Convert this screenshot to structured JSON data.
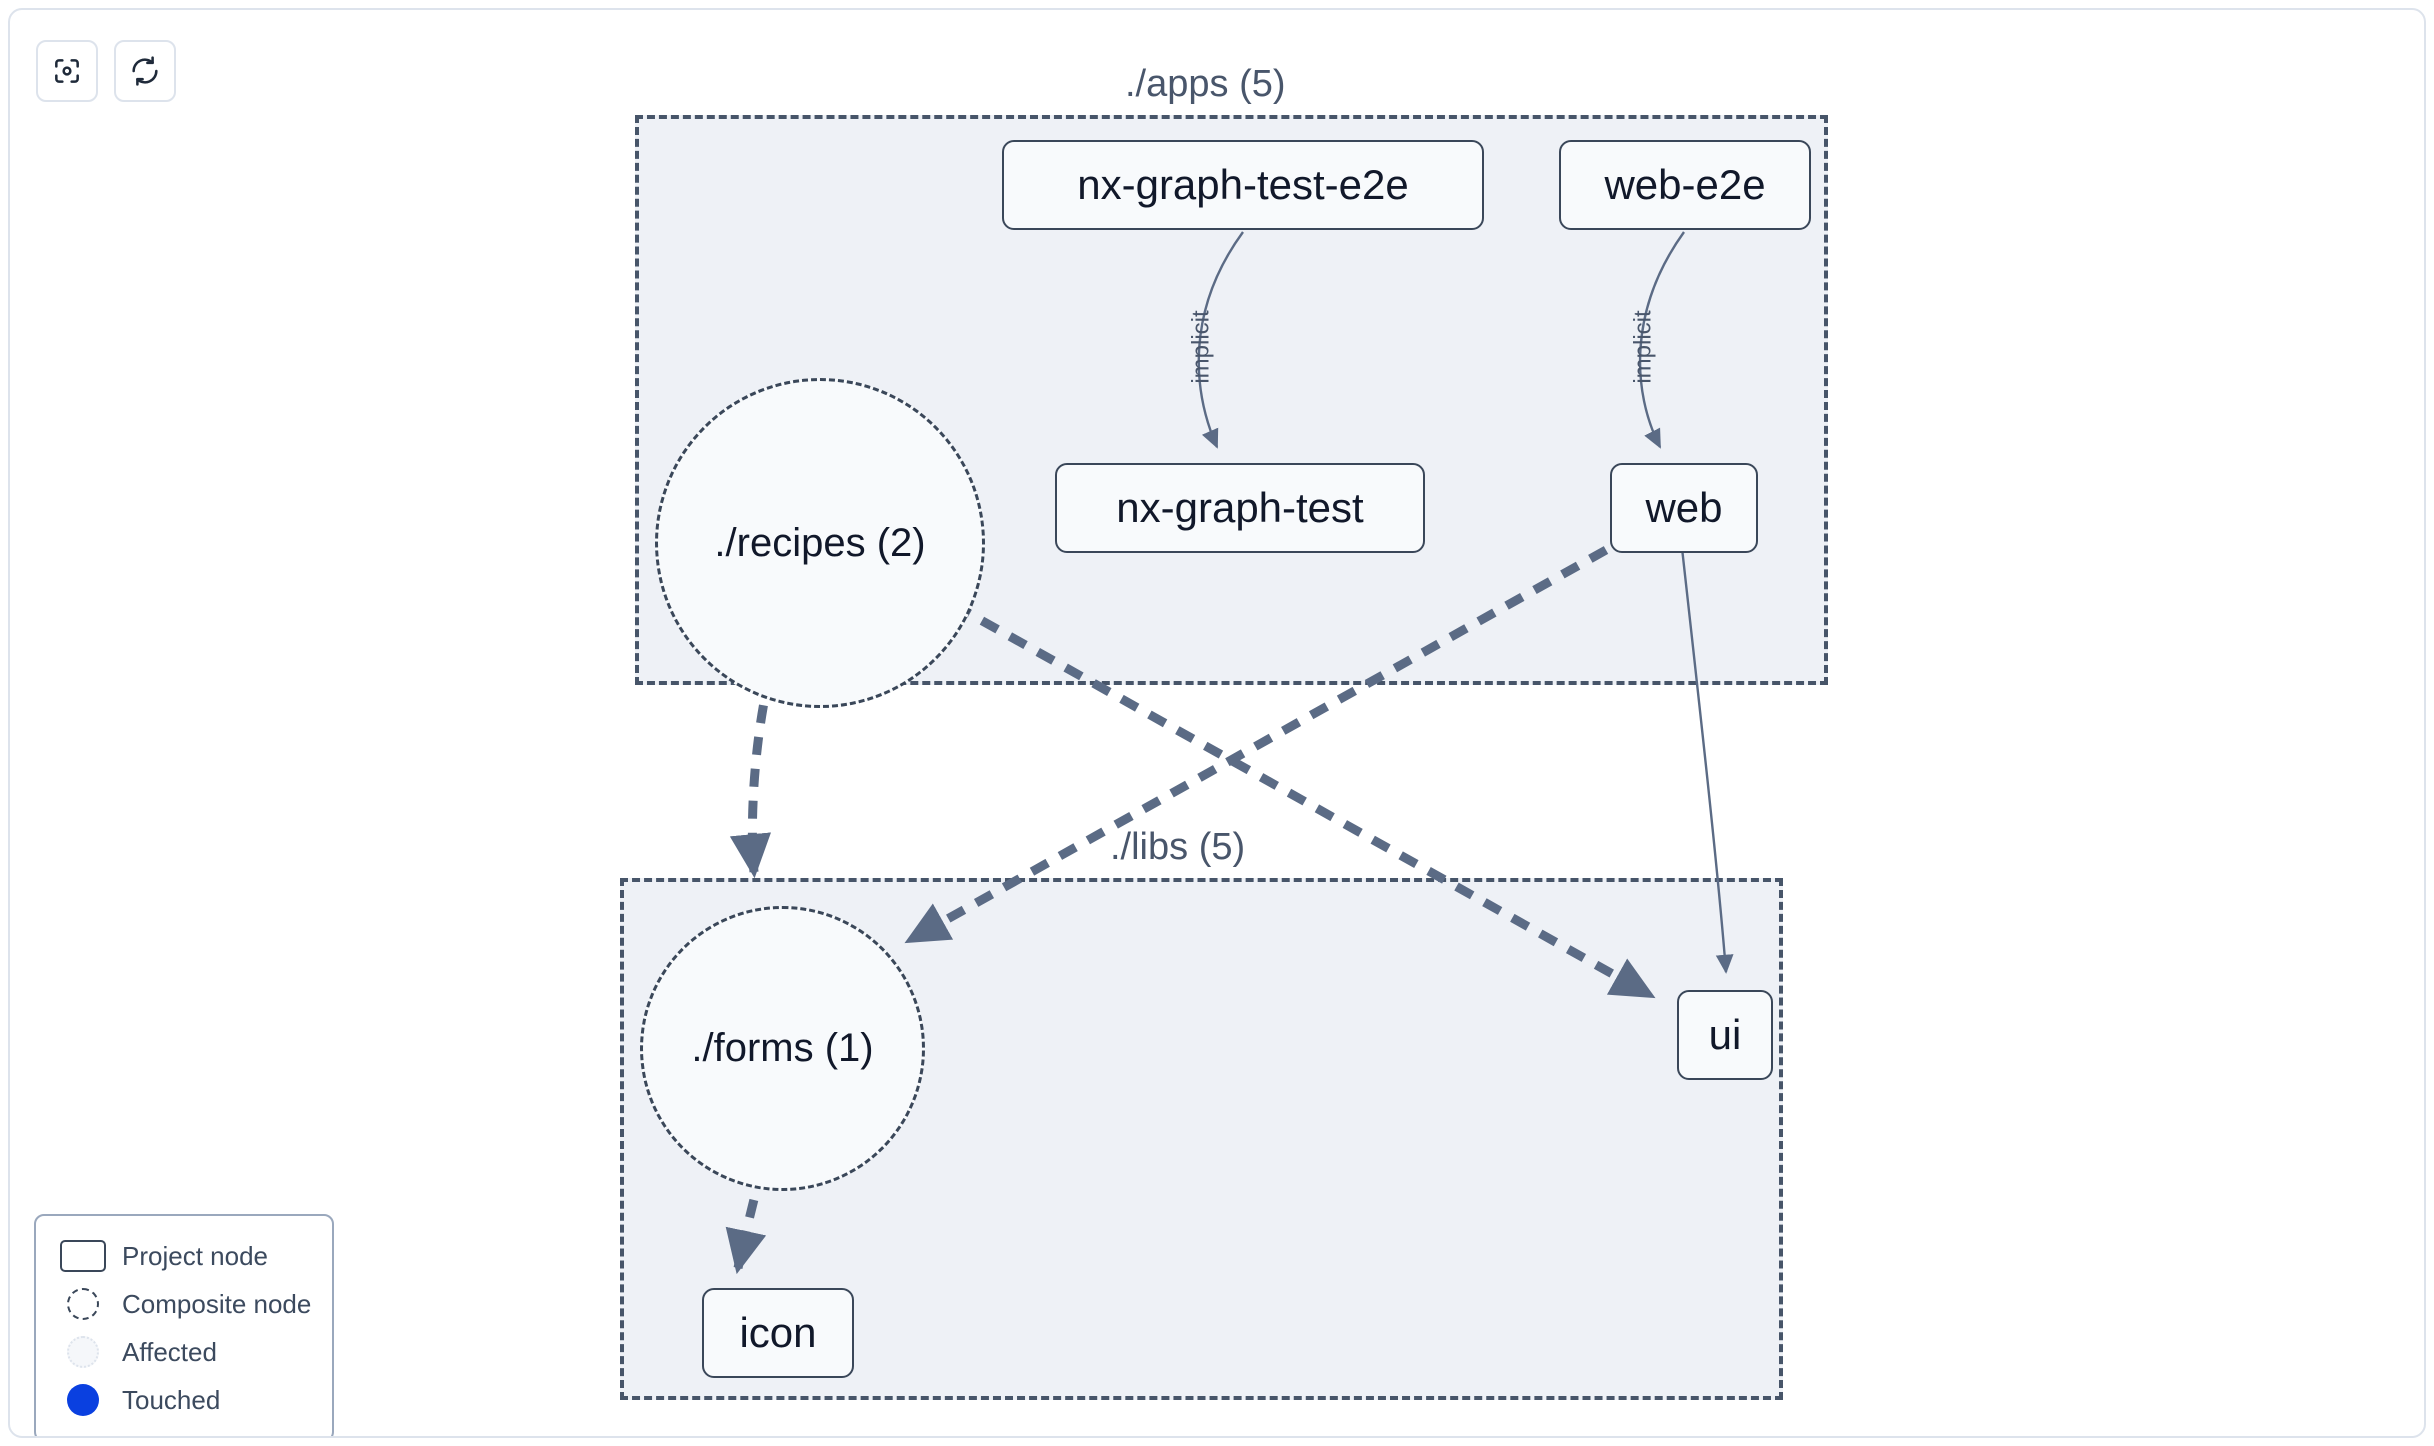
{
  "toolbar": {
    "buttons": [
      {
        "name": "focus-graph-button",
        "icon": "focus-target-icon",
        "label": ""
      },
      {
        "name": "refresh-graph-button",
        "icon": "refresh-icon",
        "label": ""
      }
    ]
  },
  "graph": {
    "groups": [
      {
        "id": "apps",
        "label": "./apps (5)",
        "count": 5
      },
      {
        "id": "libs",
        "label": "./libs (5)",
        "count": 5
      }
    ],
    "project_nodes": [
      {
        "id": "nx-graph-test-e2e",
        "label": "nx-graph-test-e2e",
        "group": "apps"
      },
      {
        "id": "web-e2e",
        "label": "web-e2e",
        "group": "apps"
      },
      {
        "id": "nx-graph-test",
        "label": "nx-graph-test",
        "group": "apps"
      },
      {
        "id": "web",
        "label": "web",
        "group": "apps"
      },
      {
        "id": "ui",
        "label": "ui",
        "group": "libs"
      },
      {
        "id": "icon",
        "label": "icon",
        "group": "libs"
      }
    ],
    "composite_nodes": [
      {
        "id": "recipes",
        "label": "./recipes (2)",
        "group": "apps",
        "count": 2
      },
      {
        "id": "forms",
        "label": "./forms (1)",
        "group": "libs",
        "count": 1
      }
    ],
    "edges": [
      {
        "from": "nx-graph-test-e2e",
        "to": "nx-graph-test",
        "label": "implicit",
        "style": "solid"
      },
      {
        "from": "web-e2e",
        "to": "web",
        "label": "implicit",
        "style": "solid"
      },
      {
        "from": "web",
        "to": "ui",
        "label": "",
        "style": "solid"
      },
      {
        "from": "recipes",
        "to": "forms",
        "label": "",
        "style": "dashed"
      },
      {
        "from": "recipes",
        "to": "ui",
        "label": "",
        "style": "dashed"
      },
      {
        "from": "web",
        "to": "forms",
        "label": "",
        "style": "dashed"
      },
      {
        "from": "forms",
        "to": "icon",
        "label": "",
        "style": "dashed"
      }
    ]
  },
  "legend": {
    "items": [
      {
        "label": "Project node",
        "swatch": "rect-outline"
      },
      {
        "label": "Composite node",
        "swatch": "dashed-circle"
      },
      {
        "label": "Affected",
        "swatch": "dotted-circle"
      },
      {
        "label": "Touched",
        "swatch": "filled-circle"
      }
    ]
  },
  "colors": {
    "node_border": "#3a4759",
    "node_fill": "#f8fafc",
    "group_fill": "#eef1f6",
    "group_border": "#475569",
    "edge": "#5b6b85",
    "touched": "#0a40e0",
    "text": "#11182a",
    "muted_text": "#49566b"
  }
}
